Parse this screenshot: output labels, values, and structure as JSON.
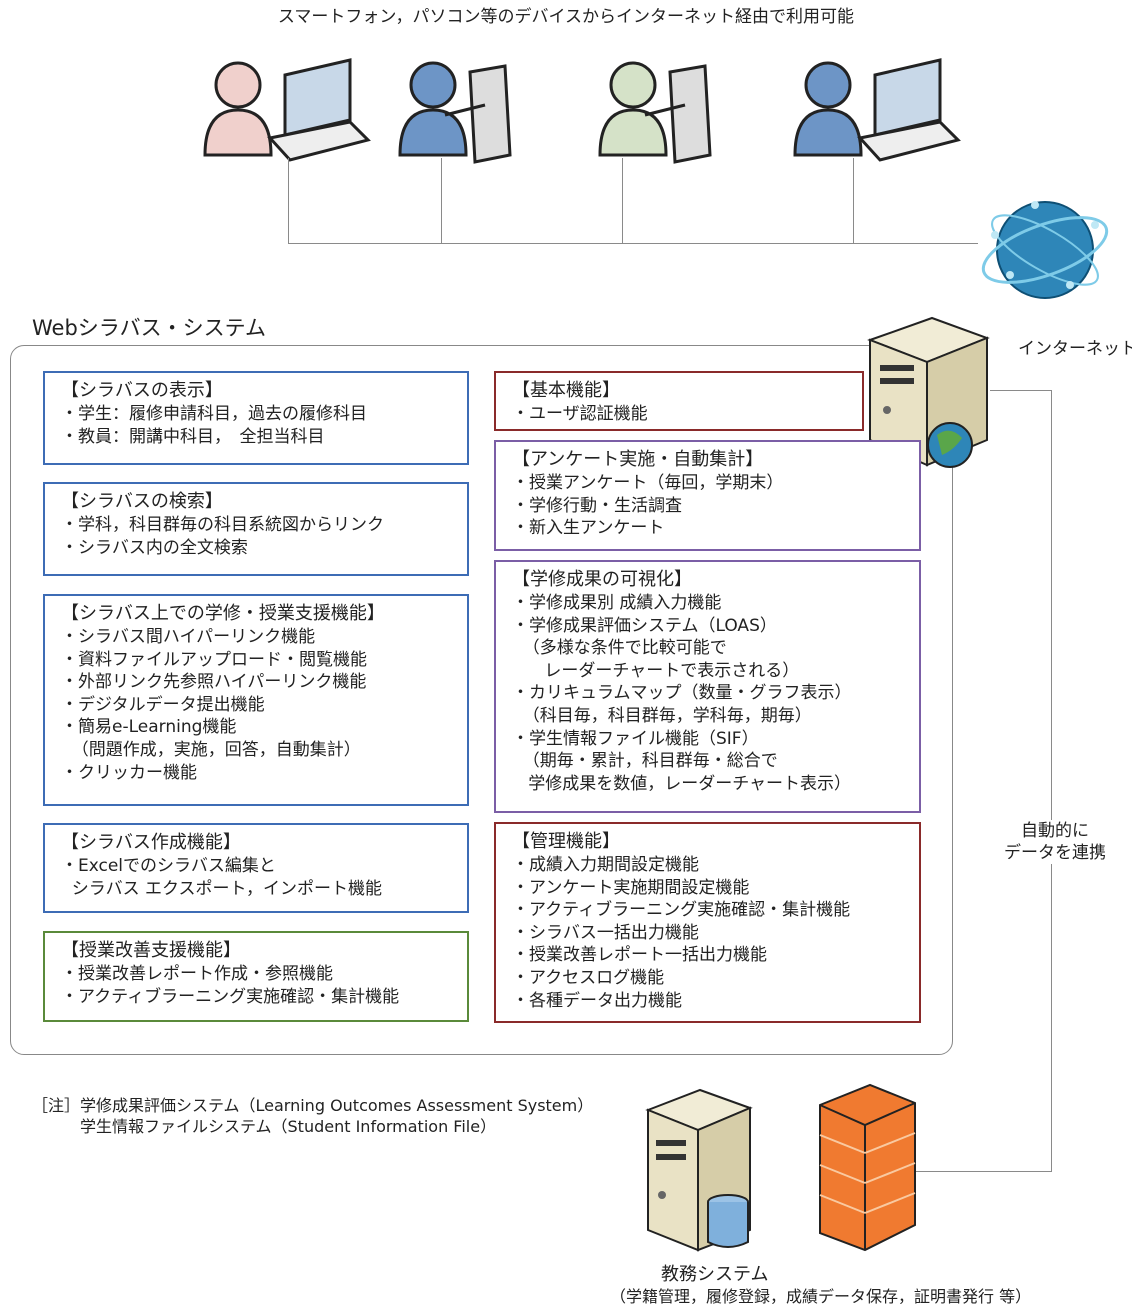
{
  "header_text": "スマートフォン，パソコン等のデバイスからインターネット経由で利用可能",
  "users": [
    {
      "icon": "user-laptop-icon",
      "color": "#f0d0cc"
    },
    {
      "icon": "user-tablet-icon",
      "color": "#6d95c6"
    },
    {
      "icon": "user-tablet-icon",
      "color": "#d5e2c8"
    },
    {
      "icon": "user-laptop-icon",
      "color": "#6d95c6"
    }
  ],
  "internet_label": "インターネット",
  "system_title": "Webシラバス・システム",
  "left_boxes": [
    {
      "title": "【シラバスの表示】",
      "items": [
        "・学生：履修申請科目，過去の履修科目",
        "・教員：開講中科目，　全担当科目"
      ]
    },
    {
      "title": "【シラバスの検索】",
      "items": [
        "・学科，科目群毎の科目系統図からリンク",
        "・シラバス内の全文検索"
      ]
    },
    {
      "title": "【シラバス上での学修・授業支援機能】",
      "items": [
        "・シラバス間ハイパーリンク機能",
        "・資料ファイルアップロード・閲覧機能",
        "・外部リンク先参照ハイパーリンク機能",
        "・デジタルデータ提出機能",
        "・簡易e-Learning機能",
        "  （問題作成，実施，回答，自動集計）",
        "・クリッカー機能"
      ]
    },
    {
      "title": "【シラバス作成機能】",
      "items": [
        "・Excelでのシラバス編集と",
        "  シラバス エクスポート，インポート機能"
      ]
    },
    {
      "title": "【授業改善支援機能】",
      "items": [
        "・授業改善レポート作成・参照機能",
        "・アクティブラーニング実施確認・集計機能"
      ]
    }
  ],
  "right_boxes": [
    {
      "title": "【基本機能】",
      "items": [
        "・ユーザ認証機能"
      ]
    },
    {
      "title": "【アンケート実施・自動集計】",
      "items": [
        "・授業アンケート（毎回，学期末）",
        "・学修行動・生活調査",
        "・新入生アンケート"
      ]
    },
    {
      "title": "【学修成果の可視化】",
      "items": [
        "・学修成果別 成績入力機能",
        "・学修成果評価システム（LOAS）",
        "  （多様な条件で比較可能で",
        "      レーダーチャートで表示される）",
        "・カリキュラムマップ（数量・グラフ表示）",
        "  （科目毎，科目群毎，学科毎，期毎）",
        "・学生情報ファイル機能（SIF）",
        "  （期毎・累計，科目群毎・総合で",
        "   学修成果を数値，レーダーチャート表示）"
      ]
    },
    {
      "title": "【管理機能】",
      "items": [
        "・成績入力期間設定機能",
        "・アンケート実施期間設定機能",
        "・アクティブラーニング実施確認・集計機能",
        "・シラバス一括出力機能",
        "・授業改善レポート一括出力機能",
        "・アクセスログ機能",
        "・各種データ出力機能"
      ]
    }
  ],
  "link_label": [
    "自動的に",
    "データを連携"
  ],
  "notes": [
    "［注］学修成果評価システム（Learning Outcomes Assessment System）",
    "　　　学生情報ファイルシステム（Student Information File）"
  ],
  "kyomu_title": "教務システム",
  "kyomu_sub": "（学籍管理，履修登録，成績データ保存，証明書発行 等）"
}
